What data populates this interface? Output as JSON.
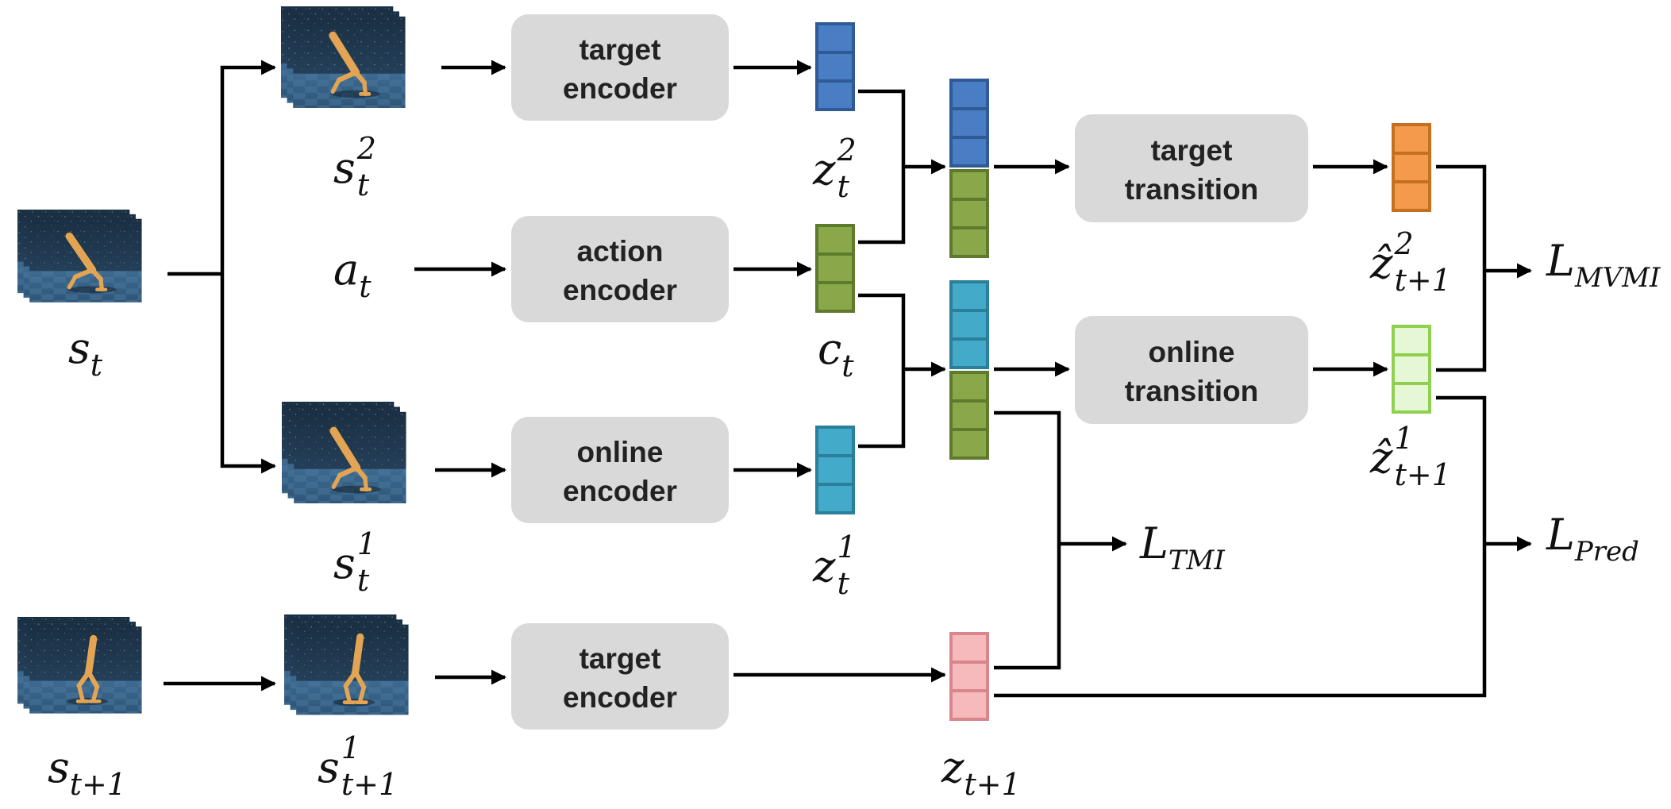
{
  "boxes": {
    "target_encoder_top": [
      "target",
      "encoder"
    ],
    "action_encoder": [
      "action",
      "encoder"
    ],
    "online_encoder": [
      "online",
      "encoder"
    ],
    "target_encoder_bottom": [
      "target",
      "encoder"
    ],
    "target_transition": [
      "target",
      "transition"
    ],
    "online_transition": [
      "online",
      "transition"
    ]
  },
  "labels": {
    "s_t": {
      "base": "s",
      "sub": "t"
    },
    "s_t2": {
      "base": "s",
      "sub": "t",
      "sup": "2"
    },
    "s_t1": {
      "base": "s",
      "sub": "t",
      "sup": "1"
    },
    "a_t": {
      "base": "a",
      "sub": "t"
    },
    "s_t_plus_1": {
      "base": "s",
      "sub": "t+1"
    },
    "s_t_plus_1_1": {
      "base": "s",
      "sub": "t+1",
      "sup": "1"
    },
    "z_t2": {
      "base": "z",
      "sub": "t",
      "sup": "2"
    },
    "c_t": {
      "base": "c",
      "sub": "t"
    },
    "z_t1": {
      "base": "z",
      "sub": "t",
      "sup": "1"
    },
    "z_t_plus_1": {
      "base": "z",
      "sub": "t+1"
    },
    "z_hat_t_plus_1_2": {
      "base": "ẑ",
      "sub": "t+1",
      "sup": "2"
    },
    "z_hat_t_plus_1_1": {
      "base": "ẑ",
      "sub": "t+1",
      "sup": "1"
    },
    "L_MVMI": {
      "base": "L",
      "sub": "MVMI"
    },
    "L_TMI": {
      "base": "L",
      "sub": "TMI"
    },
    "L_Pred": {
      "base": "L",
      "sub": "Pred"
    }
  },
  "colors": {
    "box_fill": "#d9d9d9",
    "z2_fill": "#4a7ec4",
    "z2_stroke": "#2f5a95",
    "c_fill": "#8aa84a",
    "c_stroke": "#5e7a2c",
    "z1_fill": "#44aac9",
    "z1_stroke": "#2a7f9b",
    "zt1_fill": "#f6b9bc",
    "zt1_stroke": "#d9868b",
    "zh2_fill": "#f39a4c",
    "zh2_stroke": "#c4701f",
    "zh1_fill": "#e6f7d5",
    "zh1_stroke": "#8fd14f",
    "frame_sky": "#1d3448",
    "frame_floor": "#3c6488",
    "walker": "#e0a050"
  },
  "icons": [
    "walker-frames-st",
    "walker-frames-st2",
    "walker-frames-st1",
    "walker-frames-st-plus-1",
    "walker-frames-st-plus-1-1"
  ]
}
